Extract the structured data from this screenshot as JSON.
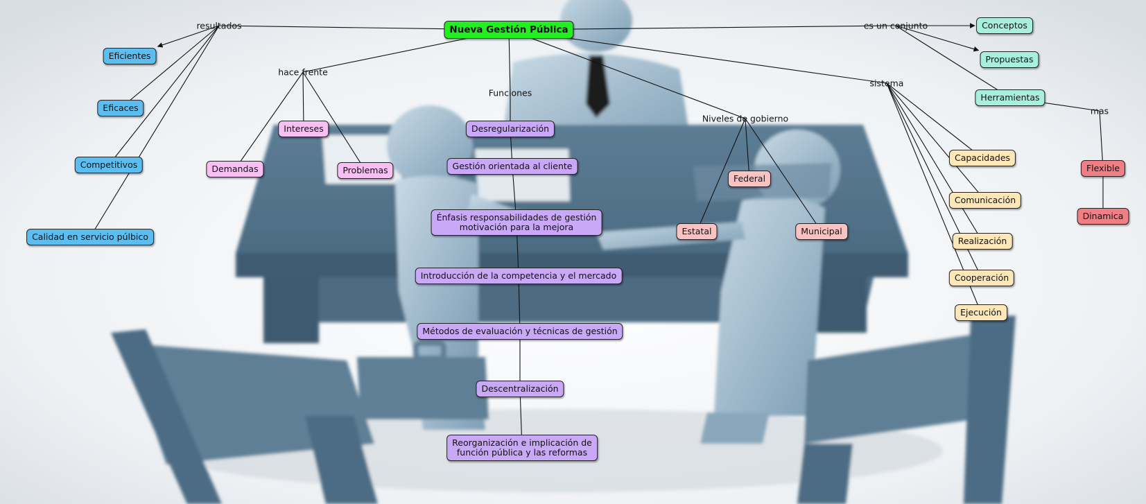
{
  "colors": {
    "root": "#22ee22",
    "blue": "#5bbdf0",
    "pink": "#f7bff2",
    "purple": "#c9a8f7",
    "salmon": "#f9c3c3",
    "cream": "#fde6b8",
    "mint": "#a8f0dd",
    "red": "#f07f85",
    "line": "#111111"
  },
  "concept_map": {
    "root": "Nueva Gestión Pública",
    "resultados": {
      "label": "resultados",
      "items": [
        "Eficientes",
        "Eficaces",
        "Competitivos",
        "Calidad en servicio púlbico"
      ]
    },
    "hace_frente": {
      "label": "hace frente",
      "items": [
        "Demandas",
        "Intereses",
        "Problemas"
      ]
    },
    "funciones": {
      "label": "Funciones",
      "items": [
        "Desregularización",
        "Gestión orientada al cliente",
        "Énfasis responsabilidades de gestión\nmotivación para la mejora",
        "Introducción de la competencia y el mercado",
        "Métodos de evaluación y técnicas de gestión",
        "Descentralización",
        "Reorganización e implicación de\nfunción pública y las reformas"
      ]
    },
    "niveles": {
      "label": "Niveles de gobierno",
      "items": [
        "Federal",
        "Estatal",
        "Municipal"
      ]
    },
    "sistema": {
      "label": "sistema",
      "items": [
        "Capacidades",
        "Comunicación",
        "Realización",
        "Cooperación",
        "Ejecución"
      ]
    },
    "conjunto": {
      "label": "es un conjunto",
      "items": [
        "Conceptos",
        "Propuestas",
        "Herramientas"
      ]
    },
    "mas": {
      "label": "mas",
      "items": [
        "Flexible",
        "Dinamica"
      ]
    }
  }
}
